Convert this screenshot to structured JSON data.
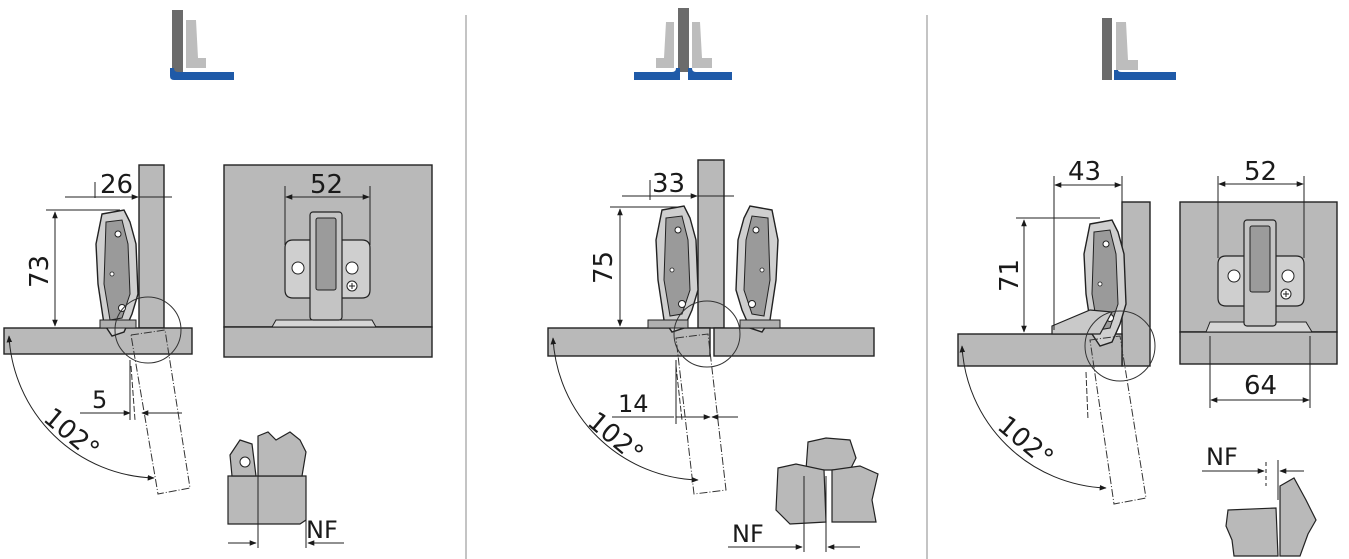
{
  "panels": [
    {
      "label": "full-overlay",
      "dims": {
        "top_width": "26",
        "height": "73",
        "gap": "5",
        "angle": "102°",
        "plate_width": "52",
        "nf": "NF"
      }
    },
    {
      "label": "half-overlay",
      "dims": {
        "top_width": "33",
        "height": "75",
        "gap": "14",
        "angle": "102°",
        "nf": "NF"
      }
    },
    {
      "label": "inset",
      "dims": {
        "top_width": "43",
        "height": "71",
        "angle": "102°",
        "plate_width": "52",
        "plate_bottom": "64",
        "nf": "NF"
      }
    }
  ],
  "colors": {
    "door_blue": "#1f5aa8",
    "gray_fill": "#b9b9b9",
    "dark_gray": "#6b6b6b",
    "line": "#222222"
  }
}
